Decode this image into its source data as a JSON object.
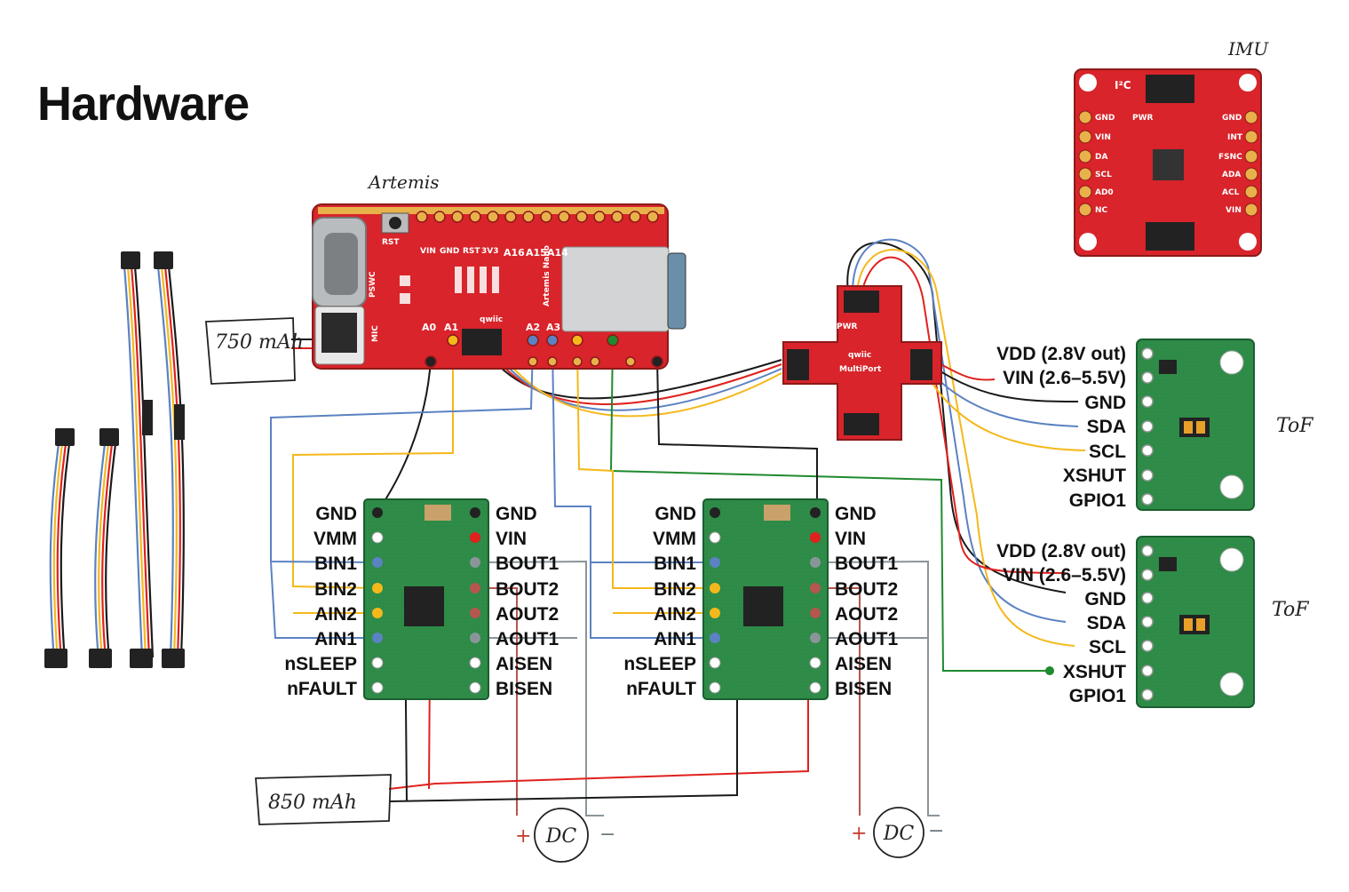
{
  "title": "Hardware",
  "annotations": {
    "artemis": "Artemis",
    "imu": "IMU",
    "battery_small": "750 mAh",
    "battery_large": "850 mAh",
    "tof_1": "ToF",
    "tof_2": "ToF",
    "motor_1": "DC",
    "motor_2": "DC",
    "plus": "+",
    "minus": "−"
  },
  "artemis_board": {
    "silk": [
      "RST",
      "PSWC",
      "MIC",
      "VIN",
      "GND",
      "RST",
      "3V3",
      "A16",
      "A15",
      "A14",
      "A0",
      "A1",
      "A2",
      "A3",
      "Artemis Nano",
      "qwiic"
    ]
  },
  "multiport": {
    "silk": [
      "PWR",
      "qwiic",
      "MultiPort"
    ]
  },
  "imu_board": {
    "pins_left": [
      "GND",
      "VIN",
      "DA",
      "SCL",
      "AD0",
      "NC"
    ],
    "pins_right": [
      "GND",
      "INT",
      "FSNC",
      "ADA",
      "ACL",
      "VIN"
    ],
    "silk": [
      "I²C",
      "PWR"
    ]
  },
  "motor_driver_left_labels": [
    "GND",
    "VMM",
    "BIN1",
    "BIN2",
    "AIN2",
    "AIN1",
    "nSLEEP",
    "nFAULT"
  ],
  "motor_driver_right_labels": [
    "GND",
    "VIN",
    "BOUT1",
    "BOUT2",
    "AOUT2",
    "AOUT1",
    "AISEN",
    "BISEN"
  ],
  "tof_labels": [
    "VDD (2.8V out)",
    "VIN (2.6–5.5V)",
    "GND",
    "SDA",
    "SCL",
    "XSHUT",
    "GPIO1"
  ],
  "wire_colors": {
    "black": "#1a1a1a",
    "red": "#e0211d",
    "blue": "#5b82c2",
    "yellow": "#f5b81a",
    "green": "#1f8a2e",
    "gray": "#8a9599",
    "darkred": "#b5564f"
  }
}
